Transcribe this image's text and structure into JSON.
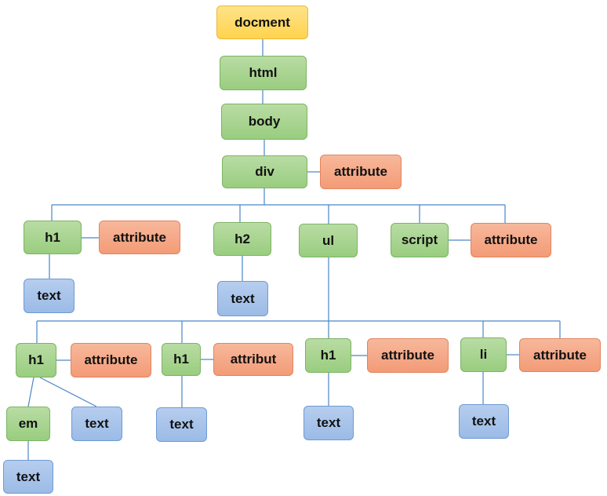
{
  "diagram": {
    "nodes": {
      "document": "docment",
      "html": "html",
      "body": "body",
      "div": "div",
      "div_attr": "attribute",
      "h1_a": "h1",
      "h1_a_attr": "attribute",
      "h1_a_text": "text",
      "h2": "h2",
      "h2_text": "text",
      "ul": "ul",
      "script": "script",
      "script_attr": "attribute",
      "h1_b": "h1",
      "h1_b_attr": "attribute",
      "em": "em",
      "em_text": "text",
      "h1_b_text": "text",
      "h1_c": "h1",
      "h1_c_attr": "attribut",
      "h1_c_text": "text",
      "h1_d": "h1",
      "h1_d_attr": "attribute",
      "h1_d_text": "text",
      "li": "li",
      "li_attr": "attribute",
      "li_text": "text"
    },
    "colors": {
      "document": "#ffd34e",
      "element": "#99cd7f",
      "attribute": "#f39b77",
      "text": "#9bbbe6",
      "connector": "#4a86c8"
    }
  }
}
